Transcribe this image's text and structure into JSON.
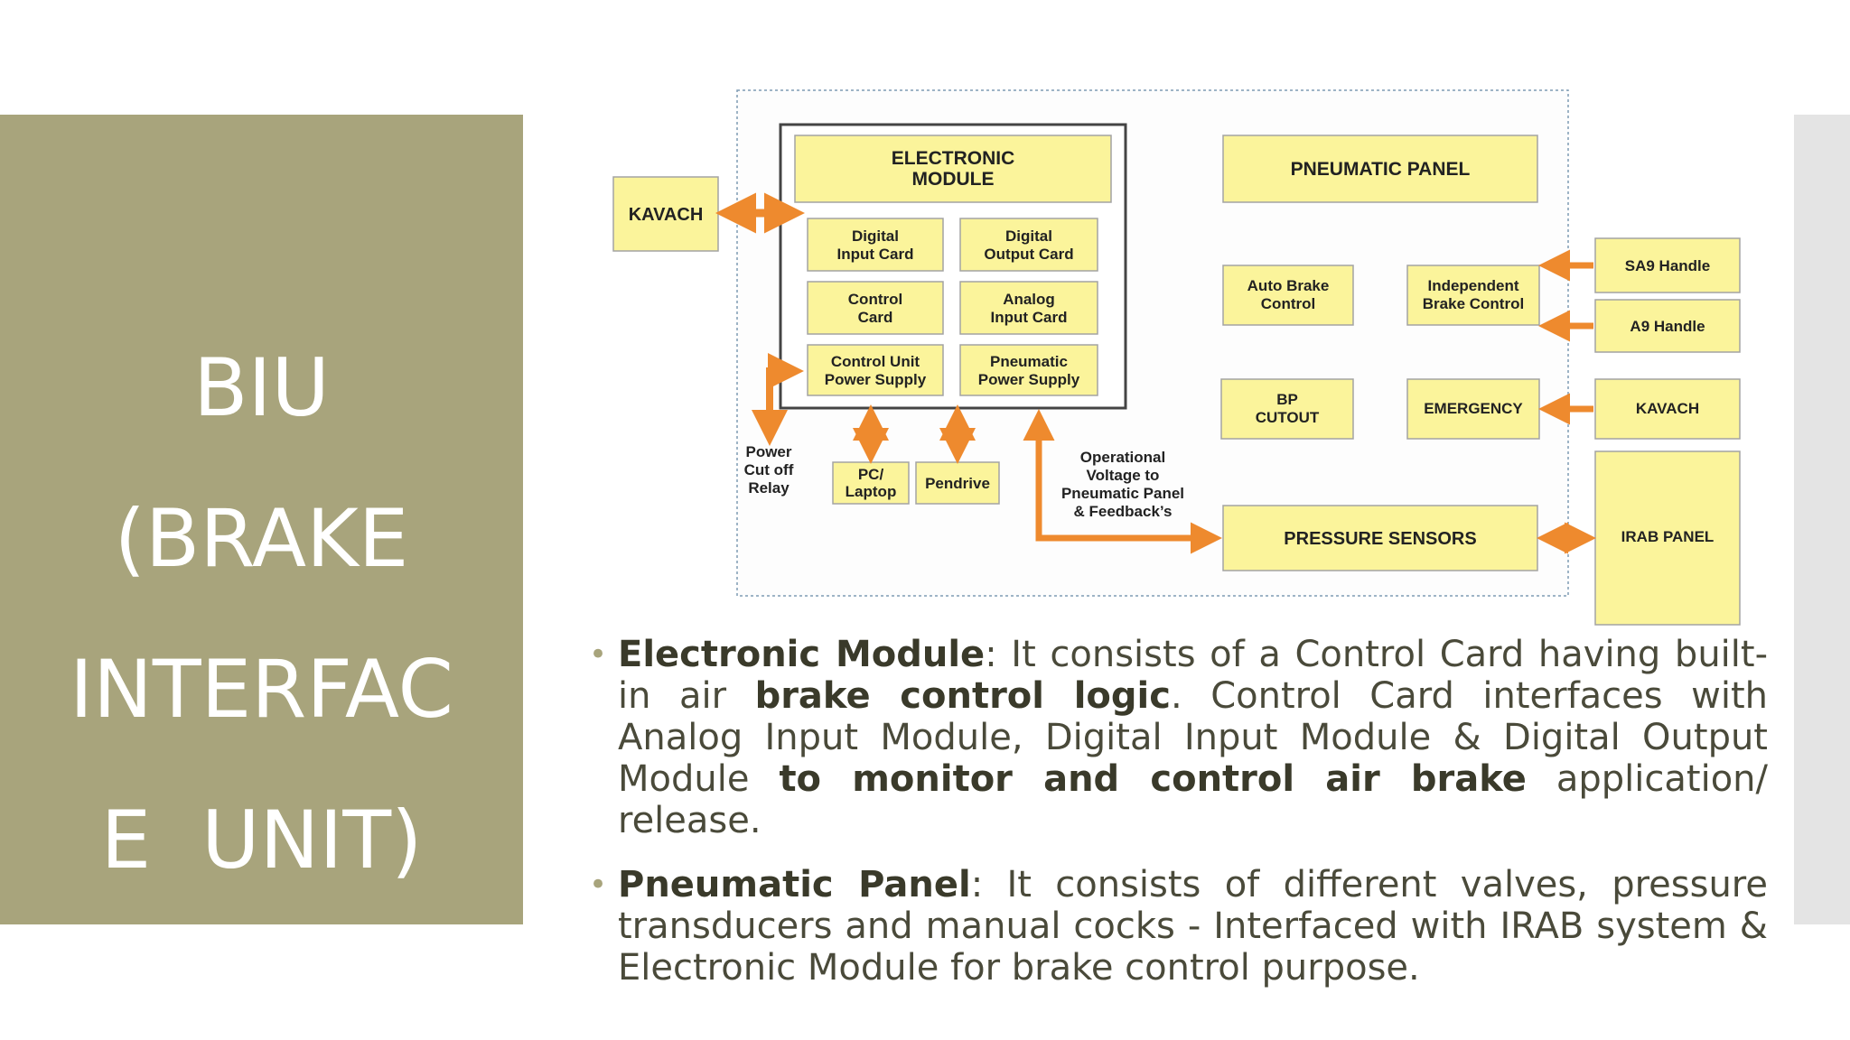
{
  "title": {
    "lines": [
      "BIU",
      "(BRAKE",
      "INTERFAC",
      "E  UNIT)"
    ]
  },
  "diagram": {
    "electronic_module": {
      "header": [
        "ELECTRONIC",
        "MODULE"
      ],
      "cards": [
        [
          "Digital",
          "Input Card"
        ],
        [
          "Digital",
          "Output Card"
        ],
        [
          "Control",
          "Card"
        ],
        [
          "Analog",
          "Input Card"
        ],
        [
          "Control Unit",
          "Power Supply"
        ],
        [
          "Pneumatic",
          "Power Supply"
        ]
      ]
    },
    "kavach_left": "KAVACH",
    "pneumatic_panel": "PNEUMATIC PANEL",
    "auto_brake": [
      "Auto Brake",
      "Control"
    ],
    "independent_brake": [
      "Independent",
      "Brake Control"
    ],
    "bp_cutout": [
      "BP",
      "CUTOUT"
    ],
    "emergency": "EMERGENCY",
    "sa9_handle": "SA9 Handle",
    "a9_handle": "A9 Handle",
    "kavach_right": "KAVACH",
    "irab_panel": "IRAB PANEL",
    "pressure_sensors": "PRESSURE SENSORS",
    "pc_laptop": [
      "PC/",
      "Laptop"
    ],
    "pendrive": "Pendrive",
    "power_cutoff": [
      "Power",
      "Cut off",
      "Relay"
    ],
    "operational_voltage": [
      "Operational",
      "Voltage to",
      "Pneumatic Panel",
      "& Feedback’s"
    ],
    "arrow_color": "#ee8a2e",
    "box_fill": "#fbf49b"
  },
  "bullets": [
    {
      "parts": [
        {
          "b": true,
          "t": "Electronic Module"
        },
        {
          "b": false,
          "t": ": It consists of a Control Card having built-in air "
        },
        {
          "b": true,
          "t": "brake  control logic"
        },
        {
          "b": false,
          "t": ". Control Card interfaces with Analog Input Module, Digital  Input Module & Digital Output Module "
        },
        {
          "b": true,
          "t": "to monitor and control air brake"
        },
        {
          "b": false,
          "t": "  application/ release."
        }
      ]
    },
    {
      "parts": [
        {
          "b": false,
          "t": " "
        },
        {
          "b": true,
          "t": "Pneumatic Panel"
        },
        {
          "b": false,
          "t": ": It consists  of different  valves, pressure transducers  and manual cocks - Interfaced with IRAB system & Electronic Module for  brake control purpose."
        }
      ]
    }
  ],
  "colors": {
    "title_panel": "#a8a47c",
    "body_text": "#4a4a3a",
    "side_strip": "#e4e4e4"
  }
}
